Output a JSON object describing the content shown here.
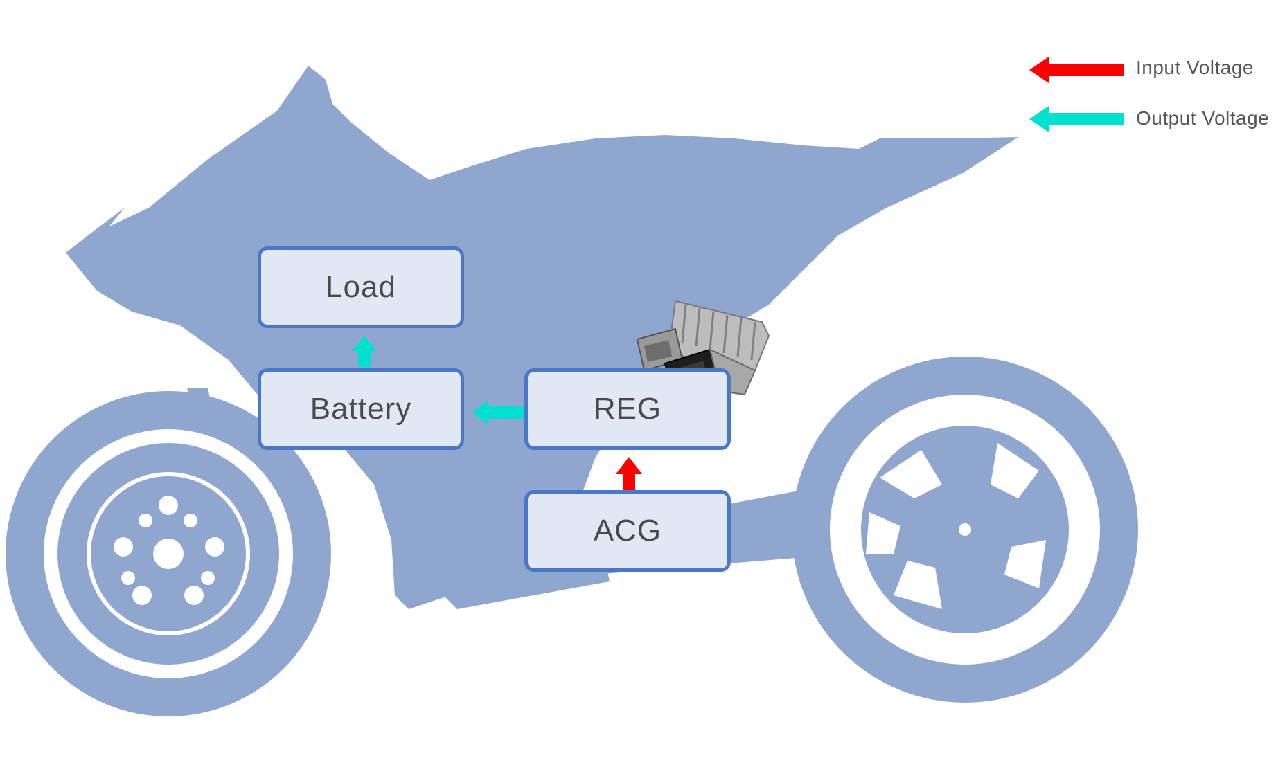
{
  "blocks": {
    "load": "Load",
    "battery": "Battery",
    "reg": "REG",
    "acg": "ACG"
  },
  "legend": {
    "input": {
      "label": "Input Voltage",
      "color": "#ff0000"
    },
    "output": {
      "label": "Output Voltage",
      "color": "#00e0d0"
    }
  },
  "colors": {
    "silhouette": "#8fa6cf",
    "box_fill": "#e1e7f3",
    "box_border": "#4a78c8"
  },
  "icons": {
    "background": "motorcycle-silhouette-icon",
    "regulator": "voltage-regulator-icon"
  }
}
